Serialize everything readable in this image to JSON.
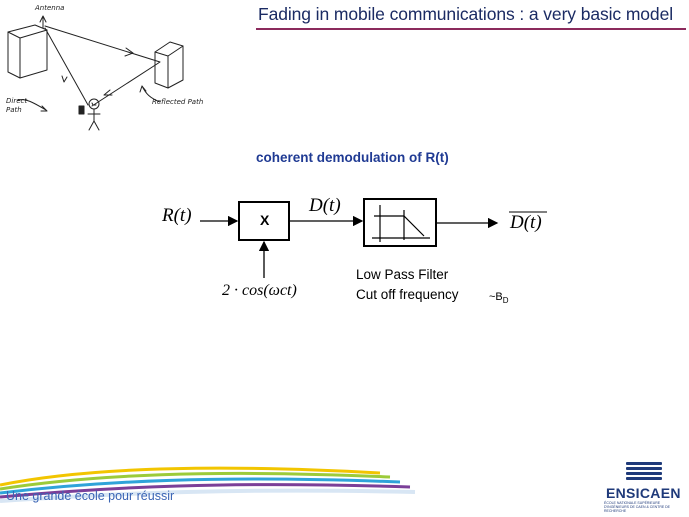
{
  "slide": {
    "title": "Fading in mobile communications : a very basic model",
    "subtitle": "coherent demodulation of R(t)"
  },
  "sketch": {
    "antenna_label": "Antenna",
    "direct_path_label": "Direct Path",
    "reflected_path_label": "Reflected Path"
  },
  "diagram": {
    "input_signal": "R(t)",
    "mixer_symbol": "X",
    "mixed_signal": "D(t)",
    "output_signal": "D(t)",
    "oscillator": "2 · cos(ωct)",
    "filter_name": "Low Pass Filter",
    "cutoff_text": "Cut off frequency",
    "cutoff_value": "~B",
    "cutoff_subscript": "D"
  },
  "footer": {
    "tagline": "Une grande école pour réussir",
    "logo_name": "ENSICAEN",
    "logo_subtitle": "ÉCOLE NATIONALE SUPÉRIEURE D'INGÉNIEURS DE CAEN & CENTRE DE RECHERCHE"
  }
}
